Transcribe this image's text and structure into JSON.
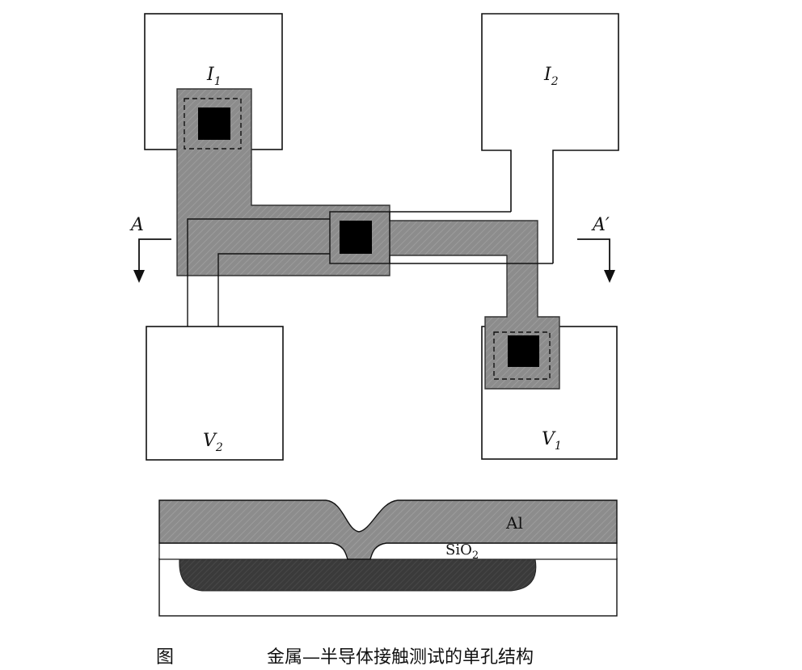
{
  "labels": {
    "i1": {
      "main": "I",
      "sub": "1"
    },
    "i2": {
      "main": "I",
      "sub": "2"
    },
    "v1": {
      "main": "V",
      "sub": "1"
    },
    "v2": {
      "main": "V",
      "sub": "2"
    },
    "a": "A",
    "a_prime": "A′"
  },
  "cross_section": {
    "al": "Al",
    "sio2": {
      "main": "SiO",
      "sub": "2"
    }
  },
  "caption": {
    "figure": "图",
    "text": "金属—半导体接触测试的单孔结构"
  },
  "colors": {
    "metal": "#8a8a8a",
    "contact": "#000000",
    "diffusion": "#3c3c3c",
    "outline": "#111111"
  }
}
